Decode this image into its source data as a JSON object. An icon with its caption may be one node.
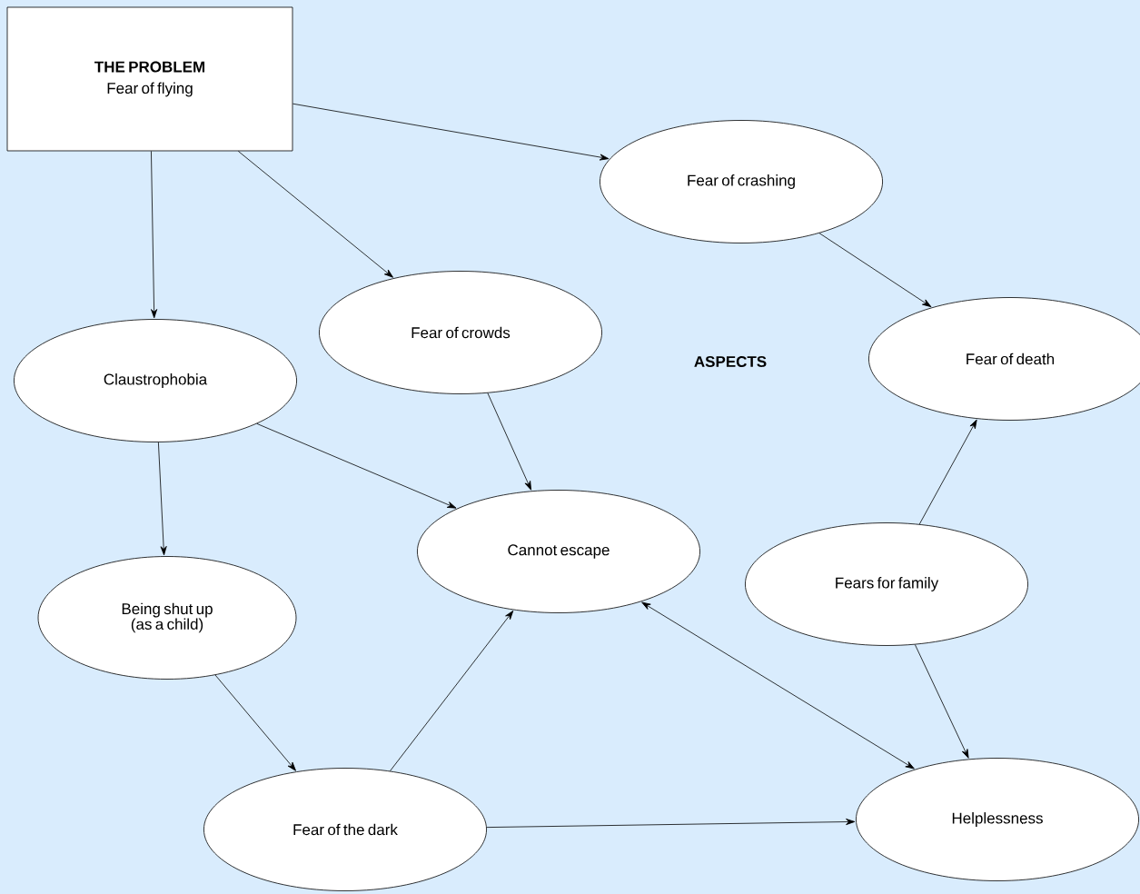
{
  "diagram": {
    "nodes": [
      {
        "text": [
          "THE PROBLEM",
          "Fear of flying"
        ]
      },
      {
        "text": [
          "Fear of crashing"
        ]
      },
      {
        "text": [
          "Fear of crowds"
        ]
      },
      {
        "text": [
          "Claustrophobia"
        ]
      },
      {
        "text": [
          "Fear of death"
        ]
      },
      {
        "text": [
          "Cannot escape"
        ]
      },
      {
        "text": [
          "Fears for family"
        ]
      },
      {
        "text": [
          "Being shut up (as a child)"
        ]
      },
      {
        "text": [
          "Fear of the dark"
        ]
      },
      {
        "text": [
          "Helplessness"
        ]
      }
    ],
    "edges": [
      {
        "from": 0,
        "to": 1,
        "arrow": "to"
      },
      {
        "from": 0,
        "to": 2,
        "arrow": "to"
      },
      {
        "from": 0,
        "to": 3,
        "arrow": "to"
      },
      {
        "from": 1,
        "to": 4,
        "arrow": "to"
      },
      {
        "from": 3,
        "to": 7,
        "arrow": "to"
      },
      {
        "from": 3,
        "to": 5,
        "arrow": "to"
      },
      {
        "from": 2,
        "to": 5,
        "arrow": "to"
      },
      {
        "from": 6,
        "to": 4,
        "arrow": "to"
      },
      {
        "from": 6,
        "to": 9,
        "arrow": "to"
      },
      {
        "from": 5,
        "to": 9,
        "arrow": "both"
      },
      {
        "from": 7,
        "to": 8,
        "arrow": "to"
      },
      {
        "from": 8,
        "to": 5,
        "arrow": "to"
      },
      {
        "from": 8,
        "to": 9,
        "arrow": "to"
      }
    ],
    "labels": [
      "ASPECTS"
    ]
  }
}
